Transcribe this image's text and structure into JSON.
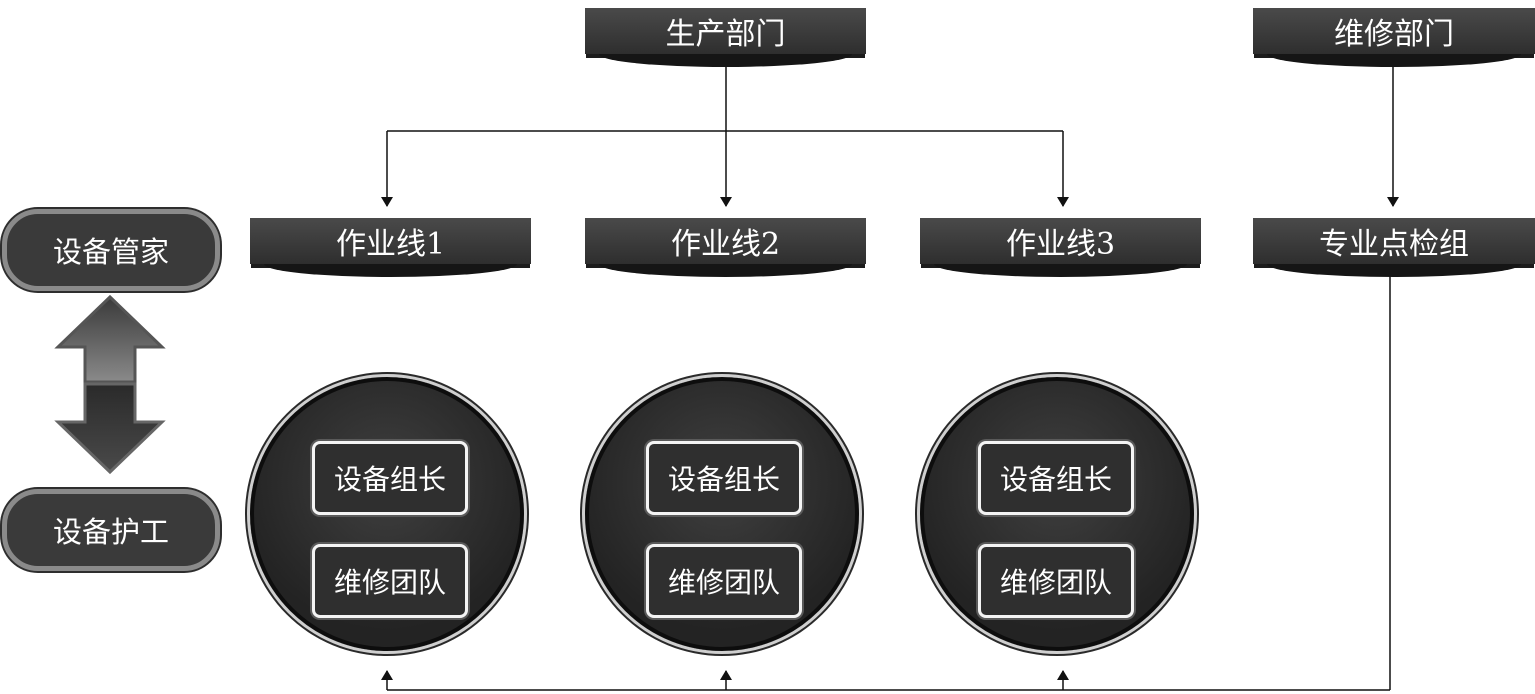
{
  "top": {
    "production_dept": "生产部门",
    "maintenance_dept": "维修部门"
  },
  "lines": [
    {
      "label": "作业线1",
      "leader": "设备组长",
      "team": "维修团队"
    },
    {
      "label": "作业线2",
      "leader": "设备组长",
      "team": "维修团队"
    },
    {
      "label": "作业线3",
      "leader": "设备组长",
      "team": "维修团队"
    }
  ],
  "inspection_group": "专业点检组",
  "left": {
    "manager": "设备管家",
    "caretaker": "设备护工"
  }
}
